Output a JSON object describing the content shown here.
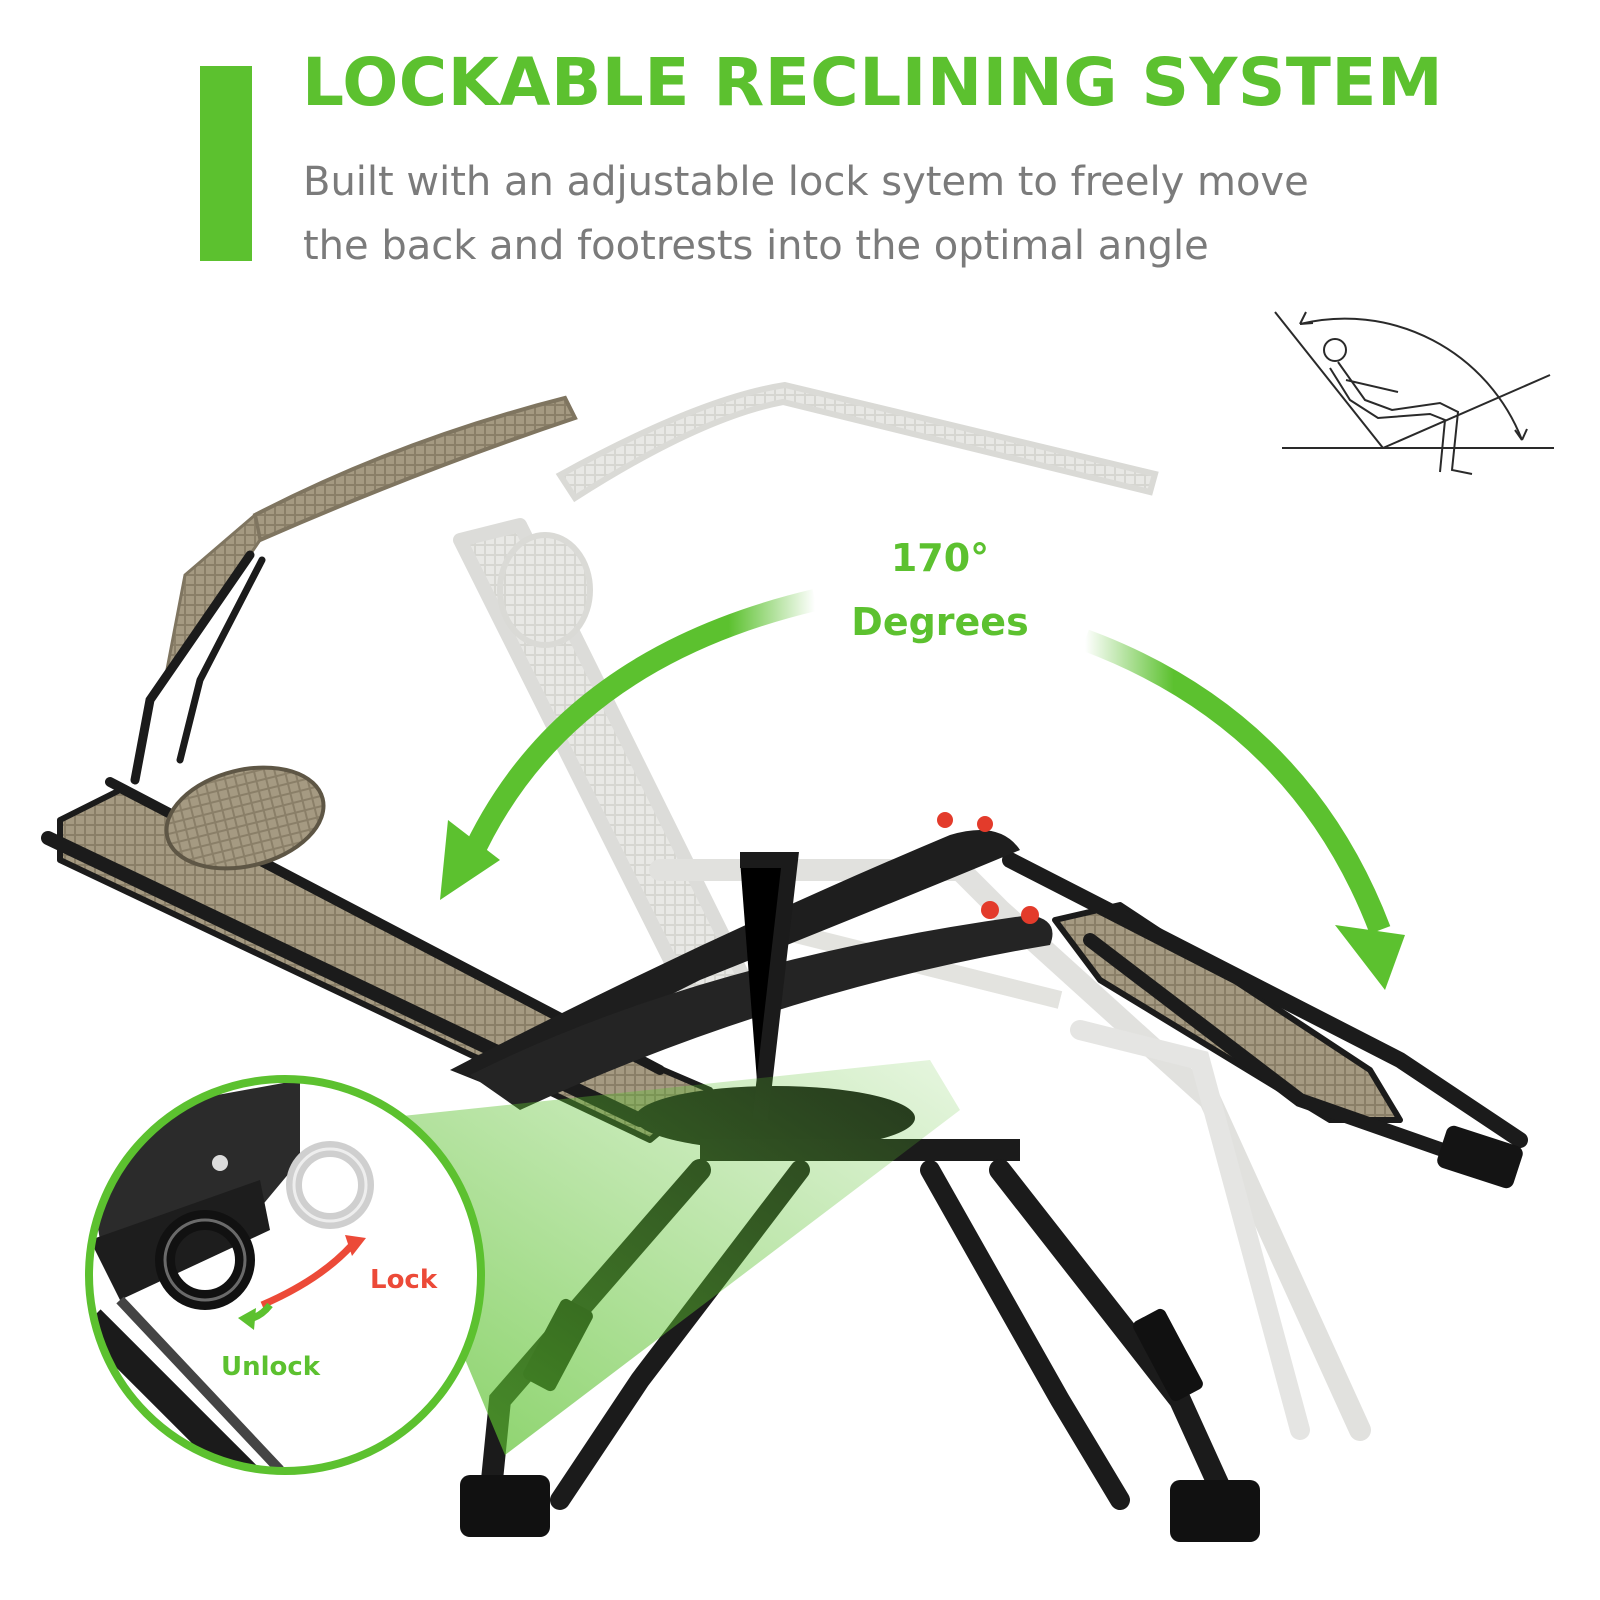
{
  "header": {
    "title": "LOCKABLE RECLINING SYSTEM",
    "subtitle_line1": "Built with an adjustable lock sytem to freely move",
    "subtitle_line2": "the back and footrests into the optimal angle"
  },
  "angle": {
    "value": "170°",
    "unit": "Degrees"
  },
  "lock_detail": {
    "lock": "Lock",
    "unlock": "Unlock"
  },
  "colors": {
    "accent_green": "#5cc12f",
    "text_gray": "#7b7b7b",
    "lock_red": "#ec4a38",
    "frame_black": "#1b1b1b",
    "mesh_tan": "#a59a82"
  },
  "icons": {
    "recline_diagram": "reclining-person-icon",
    "angle_arrow": "curved-arrow-icon"
  }
}
